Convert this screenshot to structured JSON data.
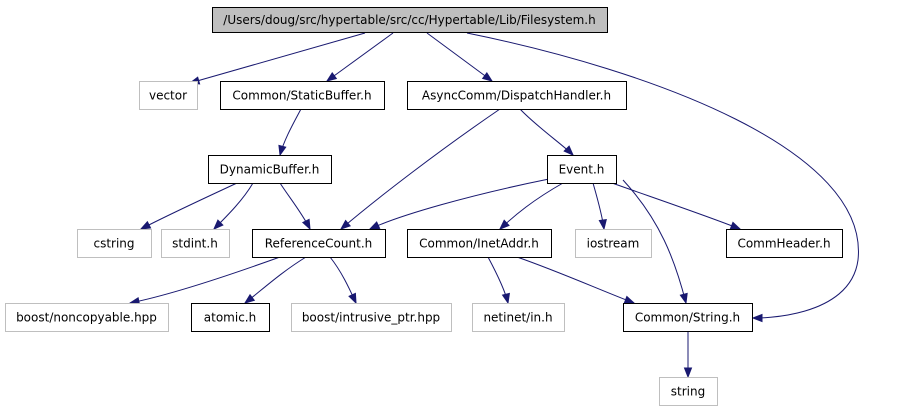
{
  "colors": {
    "edge": "#191970",
    "root_fill": "#bfbfbf",
    "documented_border": "#000000",
    "external_border": "#bfbfbf",
    "background": "#ffffff"
  },
  "nodes": {
    "root": {
      "label": "/Users/doug/src/hypertable/src/cc/Hypertable/Lib/Filesystem.h",
      "kind": "root"
    },
    "vector": {
      "label": "vector",
      "kind": "external"
    },
    "static_buffer": {
      "label": "Common/StaticBuffer.h",
      "kind": "documented"
    },
    "dispatch_handler": {
      "label": "AsyncComm/DispatchHandler.h",
      "kind": "documented"
    },
    "dynamic_buffer": {
      "label": "DynamicBuffer.h",
      "kind": "documented"
    },
    "event": {
      "label": "Event.h",
      "kind": "documented"
    },
    "cstring": {
      "label": "cstring",
      "kind": "external"
    },
    "stdint": {
      "label": "stdint.h",
      "kind": "external"
    },
    "reference_count": {
      "label": "ReferenceCount.h",
      "kind": "documented"
    },
    "inet_addr": {
      "label": "Common/InetAddr.h",
      "kind": "documented"
    },
    "iostream": {
      "label": "iostream",
      "kind": "external"
    },
    "comm_header": {
      "label": "CommHeader.h",
      "kind": "documented"
    },
    "noncopyable": {
      "label": "boost/noncopyable.hpp",
      "kind": "external"
    },
    "atomic": {
      "label": "atomic.h",
      "kind": "documented"
    },
    "intrusive_ptr": {
      "label": "boost/intrusive_ptr.hpp",
      "kind": "external"
    },
    "netinet_in": {
      "label": "netinet/in.h",
      "kind": "external"
    },
    "common_string": {
      "label": "Common/String.h",
      "kind": "documented"
    },
    "string": {
      "label": "string",
      "kind": "external"
    }
  },
  "edges": [
    {
      "from": "root",
      "to": "vector"
    },
    {
      "from": "root",
      "to": "static_buffer"
    },
    {
      "from": "root",
      "to": "dispatch_handler"
    },
    {
      "from": "root",
      "to": "common_string"
    },
    {
      "from": "static_buffer",
      "to": "dynamic_buffer"
    },
    {
      "from": "dispatch_handler",
      "to": "reference_count"
    },
    {
      "from": "dispatch_handler",
      "to": "event"
    },
    {
      "from": "dynamic_buffer",
      "to": "cstring"
    },
    {
      "from": "dynamic_buffer",
      "to": "stdint"
    },
    {
      "from": "dynamic_buffer",
      "to": "reference_count"
    },
    {
      "from": "event",
      "to": "reference_count"
    },
    {
      "from": "event",
      "to": "inet_addr"
    },
    {
      "from": "event",
      "to": "iostream"
    },
    {
      "from": "event",
      "to": "comm_header"
    },
    {
      "from": "event",
      "to": "common_string"
    },
    {
      "from": "reference_count",
      "to": "noncopyable"
    },
    {
      "from": "reference_count",
      "to": "atomic"
    },
    {
      "from": "reference_count",
      "to": "intrusive_ptr"
    },
    {
      "from": "inet_addr",
      "to": "netinet_in"
    },
    {
      "from": "inet_addr",
      "to": "common_string"
    },
    {
      "from": "common_string",
      "to": "string"
    }
  ]
}
